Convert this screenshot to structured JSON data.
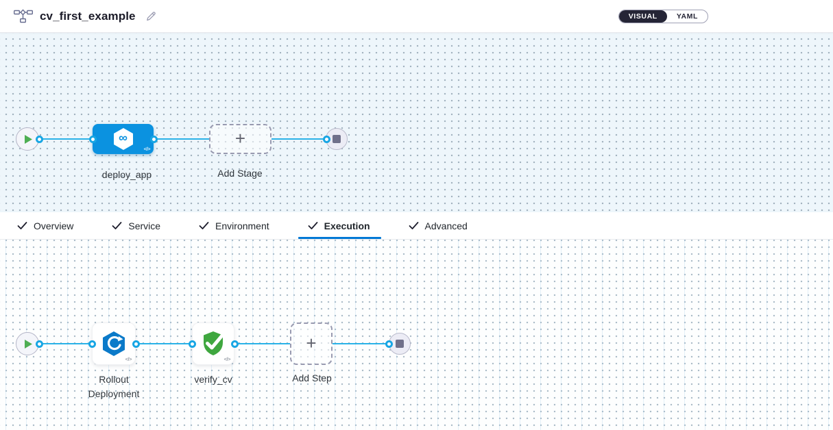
{
  "header": {
    "title": "cv_first_example",
    "view_toggle": {
      "selected": "VISUAL",
      "visual_label": "VISUAL",
      "yaml_label": "YAML"
    }
  },
  "pipeline": {
    "stages": [
      {
        "name": "deploy_app",
        "icon": "cd-stage-hexagon-infinity-icon"
      }
    ],
    "add_stage_label": "Add Stage",
    "infinity_glyph": "∞",
    "code_glyph": "</>"
  },
  "tabs": [
    {
      "label": "Overview",
      "checked": true,
      "active": false
    },
    {
      "label": "Service",
      "checked": true,
      "active": false
    },
    {
      "label": "Environment",
      "checked": true,
      "active": false
    },
    {
      "label": "Execution",
      "checked": true,
      "active": true
    },
    {
      "label": "Advanced",
      "checked": true,
      "active": false
    }
  ],
  "execution": {
    "steps": [
      {
        "name": "Rollout Deployment",
        "icon": "rollout-deployment-icon"
      },
      {
        "name": "verify_cv",
        "icon": "verify-shield-check-icon"
      }
    ],
    "add_step_label": "Add Step",
    "code_glyph": "</>"
  },
  "colors": {
    "accent_blue": "#0278d5",
    "stage_blue": "#0b92e0",
    "connector_blue": "#29b2e8",
    "play_green": "#4fae53",
    "verify_green": "#3fa73f",
    "rollout_blue": "#0b7ac9",
    "toggle_dark": "#252536"
  }
}
